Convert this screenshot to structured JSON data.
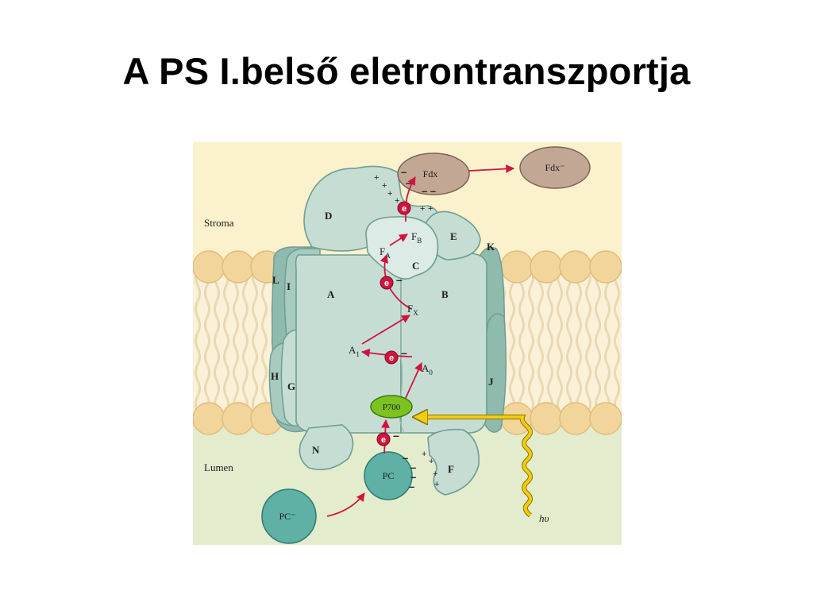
{
  "slide": {
    "title": "A PS I.belső eletrontranszportja"
  },
  "diagram": {
    "regions": {
      "stroma": "Stroma",
      "lumen": "Lumen"
    },
    "subunits": {
      "A": "A",
      "B": "B",
      "C": "C",
      "D": "D",
      "E": "E",
      "F": "F",
      "G": "G",
      "H": "H",
      "I": "I",
      "J": "J",
      "K": "K",
      "L": "L",
      "N": "N"
    },
    "cofactors": {
      "P700": "P700",
      "A0": {
        "base": "A",
        "sub": "0"
      },
      "A1": {
        "base": "A",
        "sub": "1"
      },
      "FX": {
        "base": "F",
        "sub": "X"
      },
      "FA": {
        "base": "F",
        "sub": "A"
      },
      "FB": {
        "base": "F",
        "sub": "B"
      }
    },
    "carriers": {
      "Fdx": "Fdx",
      "Fdx_reduced": "Fdx⁻",
      "PC": "PC",
      "PC_reduced": "PC⁻"
    },
    "electron": "e",
    "light": "hυ",
    "colors": {
      "stroma_bg": "#fbf1cc",
      "lumen_bg": "#e4ecce",
      "membrane_bg": "#fbf0d8",
      "lipid_head": "#f2d59a",
      "protein": "#c6ddd4",
      "protein_dark": "#8fbaae",
      "protein_edge": "#6f9e92",
      "fdx": "#c2a795",
      "pc": "#5fb0a5",
      "p700": "#7cc221",
      "arrow": "#d1143f",
      "photon": "#f2cc10"
    }
  }
}
